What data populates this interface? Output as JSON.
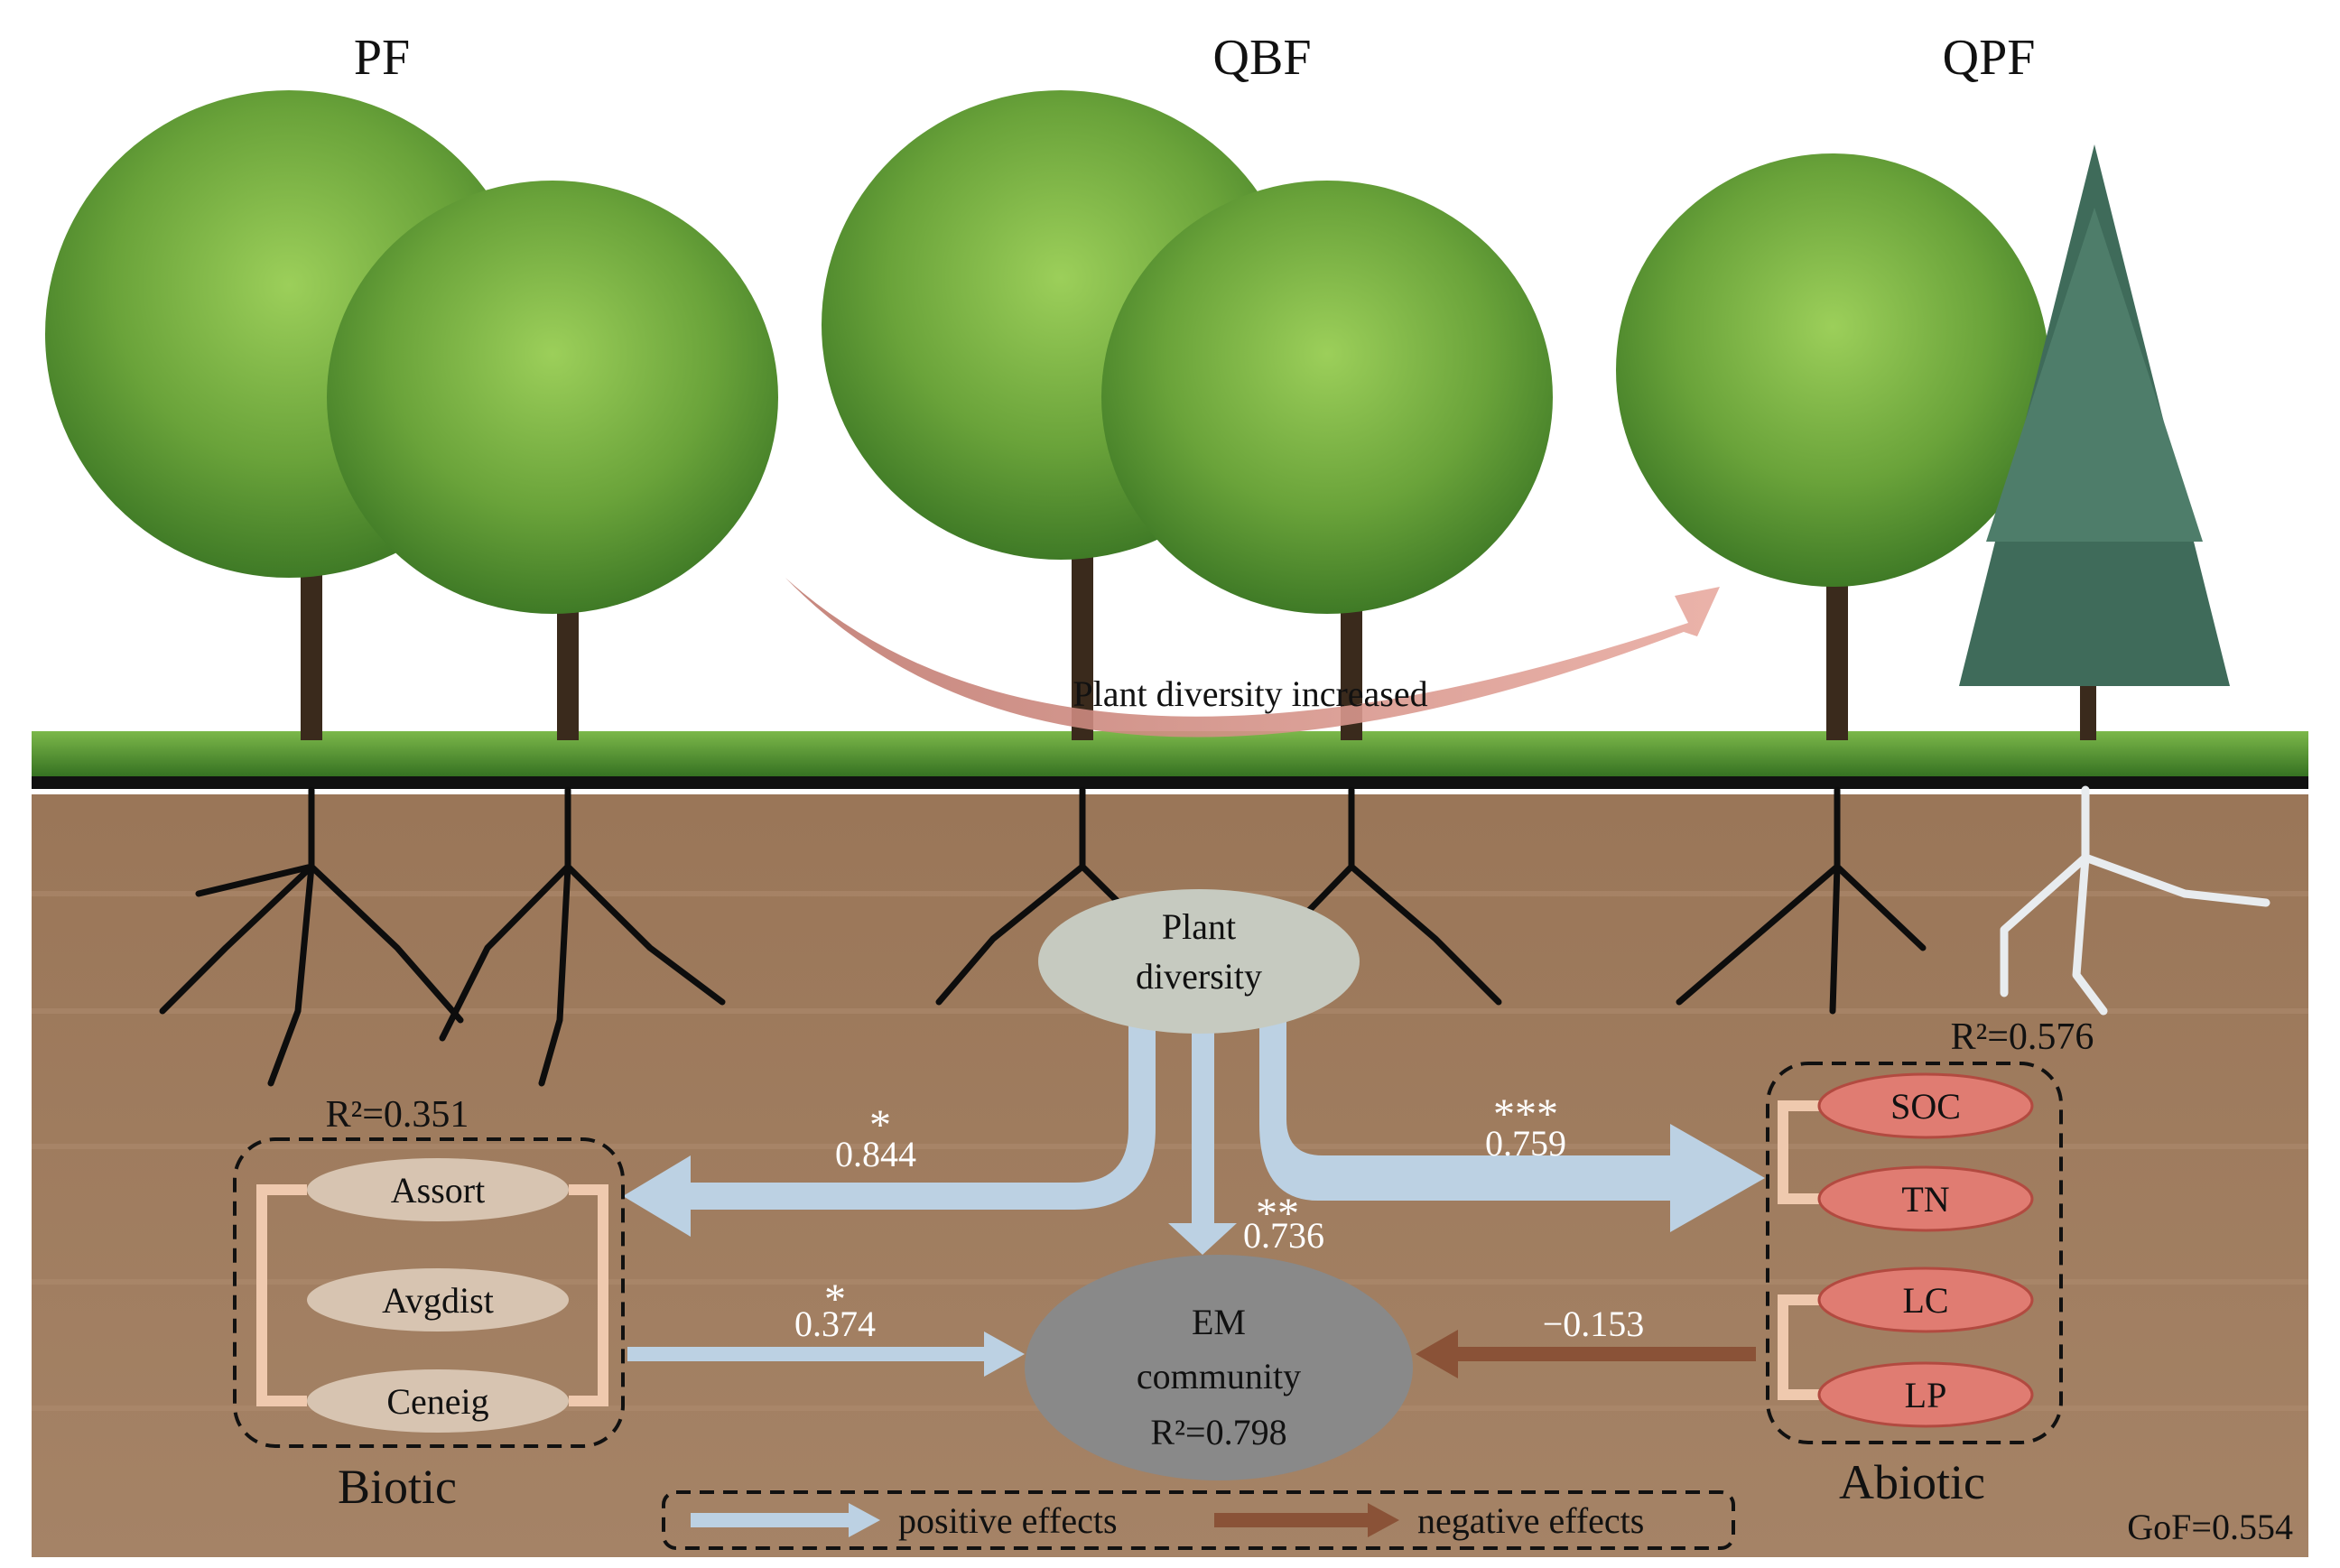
{
  "forest_types": [
    "PF",
    "QBF",
    "QPF"
  ],
  "gradient_label": "Plant diversity increased",
  "nodes": {
    "plant_diversity": [
      "Plant",
      "diversity"
    ],
    "em_community": [
      "EM",
      "community"
    ],
    "em_r2": "R²=0.798"
  },
  "biotic": {
    "label": "Biotic",
    "r2": "R²=0.351",
    "items": [
      "Assort",
      "Avgdist",
      "Ceneig"
    ]
  },
  "abiotic": {
    "label": "Abiotic",
    "r2": "R²=0.576",
    "items": [
      "SOC",
      "TN",
      "LC",
      "LP"
    ]
  },
  "paths": {
    "plant_to_biotic": {
      "sig": "*",
      "coef": "0.844"
    },
    "plant_to_em": {
      "sig": "**",
      "coef": "0.736"
    },
    "plant_to_abiotic": {
      "sig": "***",
      "coef": "0.759"
    },
    "biotic_to_em": {
      "sig": "*",
      "coef": "0.374"
    },
    "abiotic_to_em": {
      "coef": "−0.153"
    }
  },
  "legend": {
    "positive": "positive effects",
    "negative": "negative effects"
  },
  "gof": "GoF=0.554",
  "colors": {
    "soil": "#9c7a5d",
    "positive_arrow": "#bcd1e3",
    "negative_arrow": "#8a5237",
    "abiotic_fill": "#e07c72",
    "biotic_fill": "#d7c4b1",
    "plant_node": "#c6cac0",
    "em_node": "#898989",
    "bracket": "#efc9ae",
    "tree_green": "#6aa33a"
  }
}
